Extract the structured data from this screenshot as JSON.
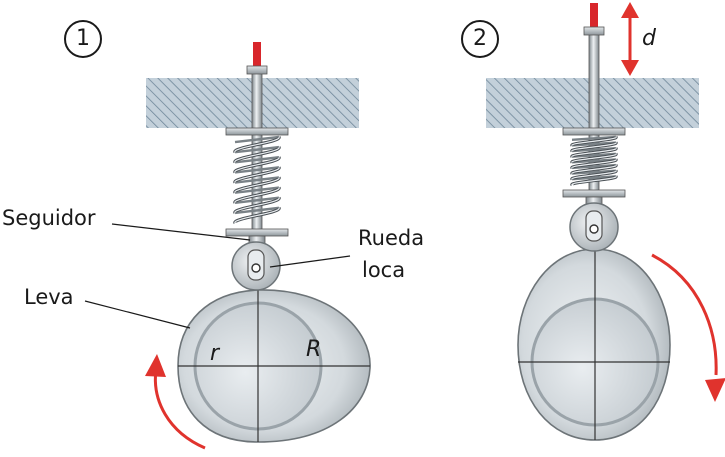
{
  "figure": {
    "step1_number": "1",
    "step2_number": "2",
    "label_follower": "Seguidor",
    "label_wheel_line1": "Rueda",
    "label_wheel_line2": "loca",
    "label_cam": "Leva",
    "label_small_radius": "r",
    "label_large_radius": "R",
    "label_displacement": "d"
  },
  "colors": {
    "hatch_fill": "#b9c9d6",
    "hatch_line": "#6f8799",
    "metal_light": "#e6ebee",
    "metal_mid": "#b7c0c6",
    "metal_dark": "#6d7478",
    "rod_tip": "#d8262b",
    "arrow_red": "#e0332d",
    "spring_dark": "#4a5055"
  },
  "icons": {
    "rotation_arrow_1": "curved-arrow-ccw-icon",
    "rotation_arrow_2": "curved-arrow-cw-icon",
    "displacement_arrow": "double-vertical-arrow-icon"
  }
}
